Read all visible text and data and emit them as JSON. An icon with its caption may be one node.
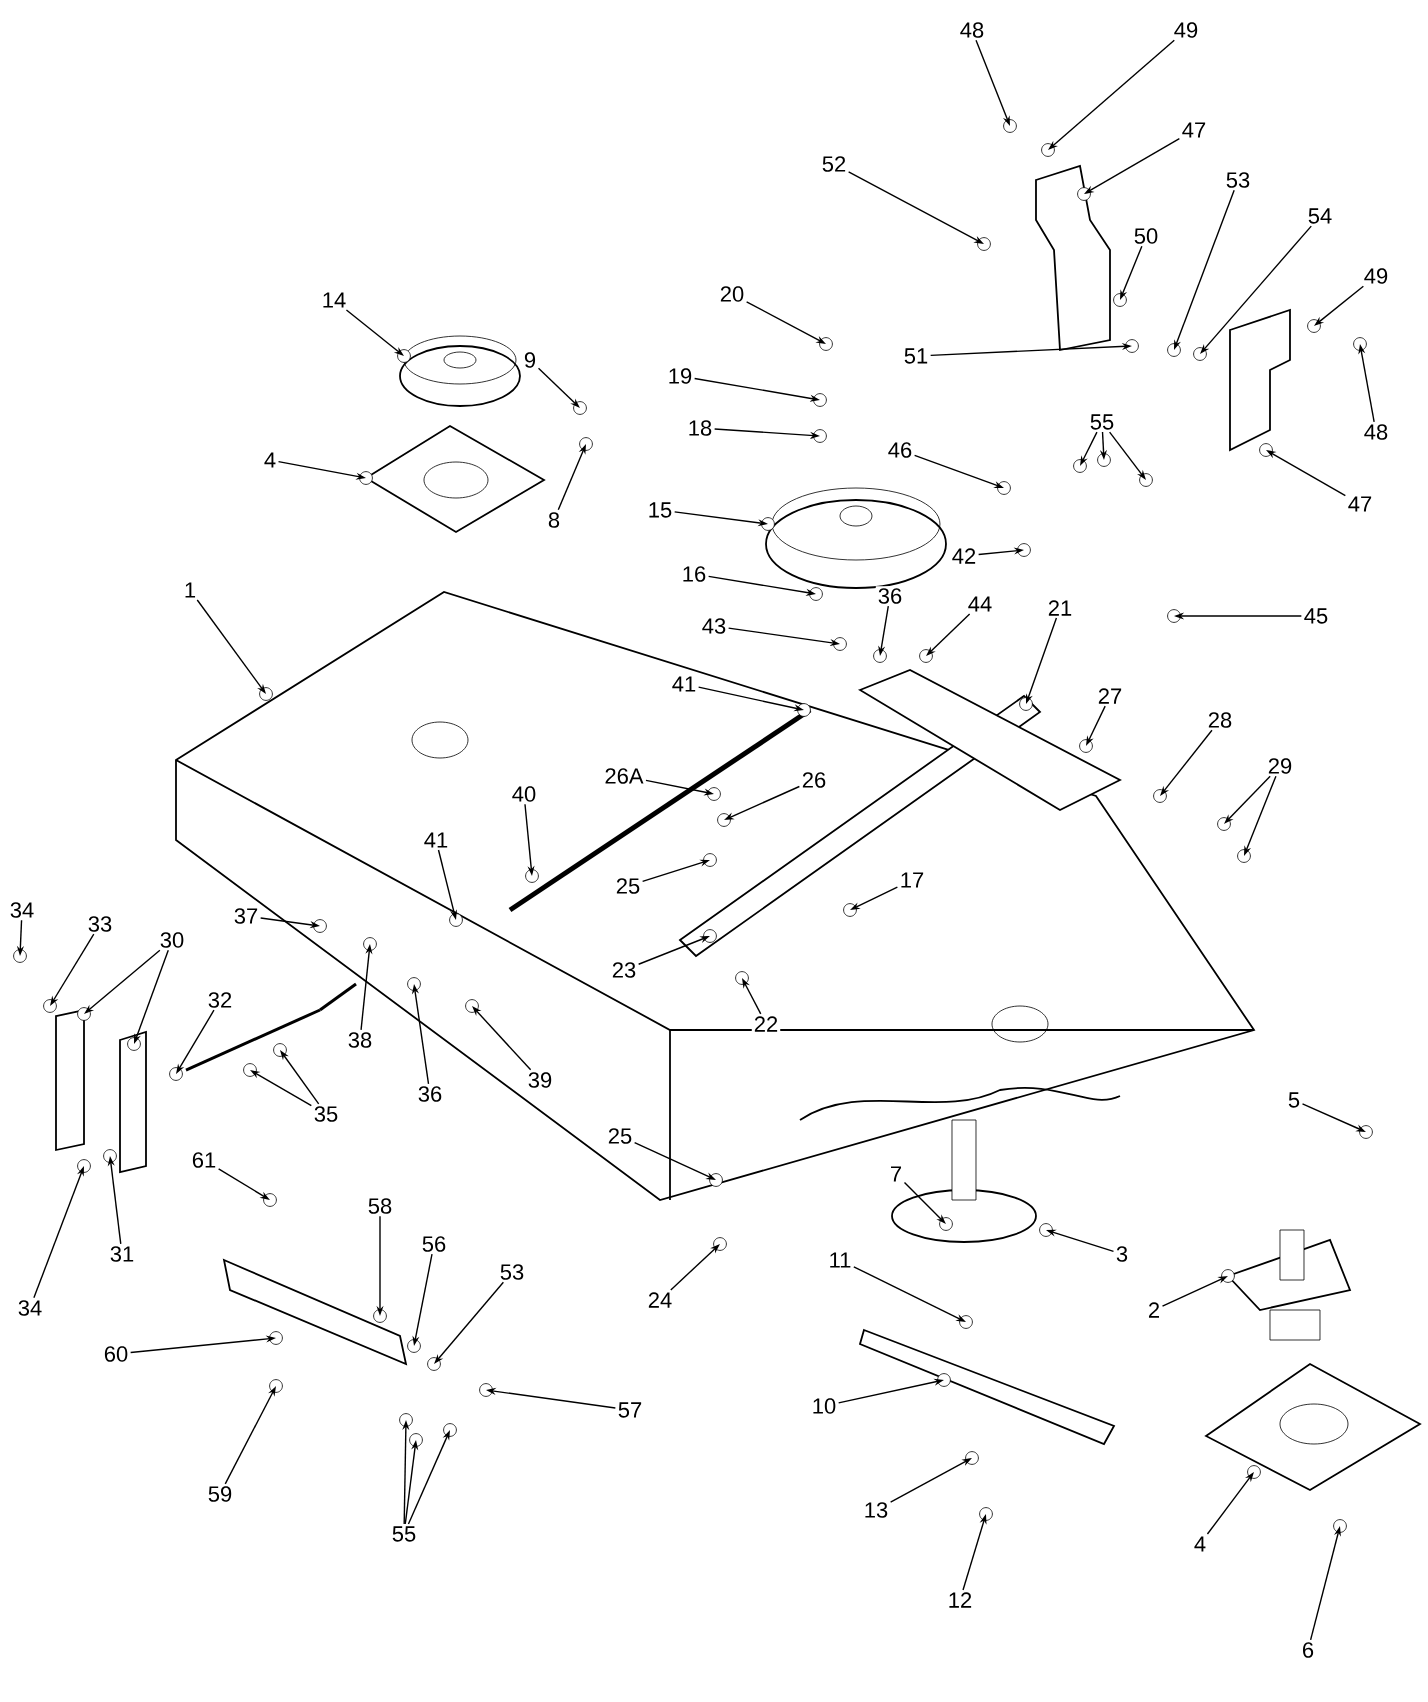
{
  "diagram": {
    "nodes": [
      {
        "text": [
          "48"
        ]
      },
      {
        "text": [
          "49"
        ]
      },
      {
        "text": [
          "47"
        ]
      },
      {
        "text": [
          "52"
        ]
      },
      {
        "text": [
          "53"
        ]
      },
      {
        "text": [
          "54"
        ]
      },
      {
        "text": [
          "50"
        ]
      },
      {
        "text": [
          "49"
        ]
      },
      {
        "text": [
          "20"
        ]
      },
      {
        "text": [
          "14"
        ]
      },
      {
        "text": [
          "51"
        ]
      },
      {
        "text": [
          "9"
        ]
      },
      {
        "text": [
          "19"
        ]
      },
      {
        "text": [
          "55"
        ]
      },
      {
        "text": [
          "18"
        ]
      },
      {
        "text": [
          "48"
        ]
      },
      {
        "text": [
          "46"
        ]
      },
      {
        "text": [
          "4"
        ]
      },
      {
        "text": [
          "47"
        ]
      },
      {
        "text": [
          "15"
        ]
      },
      {
        "text": [
          "8"
        ]
      },
      {
        "text": [
          "42"
        ]
      },
      {
        "text": [
          "16"
        ]
      },
      {
        "text": [
          "1"
        ]
      },
      {
        "text": [
          "36"
        ]
      },
      {
        "text": [
          "44"
        ]
      },
      {
        "text": [
          "21"
        ]
      },
      {
        "text": [
          "45"
        ]
      },
      {
        "text": [
          "43"
        ]
      },
      {
        "text": [
          "41"
        ]
      },
      {
        "text": [
          "27"
        ]
      },
      {
        "text": [
          "28"
        ]
      },
      {
        "text": [
          "29"
        ]
      },
      {
        "text": [
          "26A"
        ]
      },
      {
        "text": [
          "26"
        ]
      },
      {
        "text": [
          "40"
        ]
      },
      {
        "text": [
          "41"
        ]
      },
      {
        "text": [
          "17"
        ]
      },
      {
        "text": [
          "25"
        ]
      },
      {
        "text": [
          "34"
        ]
      },
      {
        "text": [
          "37"
        ]
      },
      {
        "text": [
          "33"
        ]
      },
      {
        "text": [
          "30"
        ]
      },
      {
        "text": [
          "23"
        ]
      },
      {
        "text": [
          "32"
        ]
      },
      {
        "text": [
          "22"
        ]
      },
      {
        "text": [
          "38"
        ]
      },
      {
        "text": [
          "39"
        ]
      },
      {
        "text": [
          "36"
        ]
      },
      {
        "text": [
          "5"
        ]
      },
      {
        "text": [
          "35"
        ]
      },
      {
        "text": [
          "25"
        ]
      },
      {
        "text": [
          "61"
        ]
      },
      {
        "text": [
          "7"
        ]
      },
      {
        "text": [
          "58"
        ]
      },
      {
        "text": [
          "56"
        ]
      },
      {
        "text": [
          "3"
        ]
      },
      {
        "text": [
          "31"
        ]
      },
      {
        "text": [
          "11"
        ]
      },
      {
        "text": [
          "53"
        ]
      },
      {
        "text": [
          "24"
        ]
      },
      {
        "text": [
          "34"
        ]
      },
      {
        "text": [
          "2"
        ]
      },
      {
        "text": [
          "60"
        ]
      },
      {
        "text": [
          "10"
        ]
      },
      {
        "text": [
          "57"
        ]
      },
      {
        "text": [
          "59"
        ]
      },
      {
        "text": [
          "13"
        ]
      },
      {
        "text": [
          "55"
        ]
      },
      {
        "text": [
          "4"
        ]
      },
      {
        "text": [
          "12"
        ]
      },
      {
        "text": [
          "6"
        ]
      }
    ],
    "edges": [
      {
        "from": 0,
        "to": null,
        "arrow": "to"
      },
      {
        "from": 1,
        "to": null,
        "arrow": "to"
      },
      {
        "from": 2,
        "to": null,
        "arrow": "to"
      },
      {
        "from": 3,
        "to": null,
        "arrow": "to"
      },
      {
        "from": 4,
        "to": null,
        "arrow": "to"
      },
      {
        "from": 5,
        "to": null,
        "arrow": "to"
      },
      {
        "from": 6,
        "to": null,
        "arrow": "to"
      },
      {
        "from": 7,
        "to": null,
        "arrow": "to"
      },
      {
        "from": 8,
        "to": null,
        "arrow": "to"
      },
      {
        "from": 9,
        "to": null,
        "arrow": "to"
      },
      {
        "from": 10,
        "to": null,
        "arrow": "to"
      },
      {
        "from": 11,
        "to": null,
        "arrow": "to"
      },
      {
        "from": 12,
        "to": null,
        "arrow": "to"
      },
      {
        "from": 13,
        "to": null,
        "arrow": "to"
      },
      {
        "from": 13,
        "to": null,
        "arrow": "to"
      },
      {
        "from": 13,
        "to": null,
        "arrow": "to"
      },
      {
        "from": 14,
        "to": null,
        "arrow": "to"
      },
      {
        "from": 15,
        "to": null,
        "arrow": "to"
      },
      {
        "from": 16,
        "to": null,
        "arrow": "to"
      },
      {
        "from": 17,
        "to": null,
        "arrow": "to"
      },
      {
        "from": 18,
        "to": null,
        "arrow": "to"
      },
      {
        "from": 19,
        "to": null,
        "arrow": "to"
      },
      {
        "from": 20,
        "to": null,
        "arrow": "to"
      },
      {
        "from": 21,
        "to": null,
        "arrow": "to"
      },
      {
        "from": 22,
        "to": null,
        "arrow": "to"
      },
      {
        "from": 23,
        "to": null,
        "arrow": "to"
      },
      {
        "from": 24,
        "to": null,
        "arrow": "to"
      },
      {
        "from": 25,
        "to": null,
        "arrow": "to"
      },
      {
        "from": 26,
        "to": null,
        "arrow": "to"
      },
      {
        "from": 27,
        "to": null,
        "arrow": "to"
      },
      {
        "from": 28,
        "to": null,
        "arrow": "to"
      },
      {
        "from": 29,
        "to": null,
        "arrow": "to"
      },
      {
        "from": 30,
        "to": null,
        "arrow": "to"
      },
      {
        "from": 31,
        "to": null,
        "arrow": "to"
      },
      {
        "from": 32,
        "to": null,
        "arrow": "to"
      },
      {
        "from": 32,
        "to": null,
        "arrow": "to"
      },
      {
        "from": 33,
        "to": null,
        "arrow": "to"
      },
      {
        "from": 34,
        "to": null,
        "arrow": "to"
      },
      {
        "from": 35,
        "to": null,
        "arrow": "to"
      },
      {
        "from": 36,
        "to": null,
        "arrow": "to"
      },
      {
        "from": 37,
        "to": null,
        "arrow": "to"
      },
      {
        "from": 38,
        "to": null,
        "arrow": "to"
      },
      {
        "from": 39,
        "to": null,
        "arrow": "to"
      },
      {
        "from": 40,
        "to": null,
        "arrow": "to"
      },
      {
        "from": 41,
        "to": null,
        "arrow": "to"
      },
      {
        "from": 42,
        "to": null,
        "arrow": "to"
      },
      {
        "from": 42,
        "to": null,
        "arrow": "to"
      },
      {
        "from": 43,
        "to": null,
        "arrow": "to"
      },
      {
        "from": 44,
        "to": null,
        "arrow": "to"
      },
      {
        "from": 45,
        "to": null,
        "arrow": "to"
      },
      {
        "from": 46,
        "to": null,
        "arrow": "to"
      },
      {
        "from": 47,
        "to": null,
        "arrow": "to"
      },
      {
        "from": 48,
        "to": null,
        "arrow": "to"
      },
      {
        "from": 49,
        "to": null,
        "arrow": "to"
      },
      {
        "from": 50,
        "to": null,
        "arrow": "to"
      },
      {
        "from": 50,
        "to": null,
        "arrow": "to"
      },
      {
        "from": 51,
        "to": null,
        "arrow": "to"
      },
      {
        "from": 52,
        "to": null,
        "arrow": "to"
      },
      {
        "from": 53,
        "to": null,
        "arrow": "to"
      },
      {
        "from": 54,
        "to": null,
        "arrow": "to"
      },
      {
        "from": 55,
        "to": null,
        "arrow": "to"
      },
      {
        "from": 56,
        "to": null,
        "arrow": "to"
      },
      {
        "from": 57,
        "to": null,
        "arrow": "to"
      },
      {
        "from": 58,
        "to": null,
        "arrow": "to"
      },
      {
        "from": 59,
        "to": null,
        "arrow": "to"
      },
      {
        "from": 60,
        "to": null,
        "arrow": "to"
      },
      {
        "from": 61,
        "to": null,
        "arrow": "to"
      },
      {
        "from": 62,
        "to": null,
        "arrow": "to"
      },
      {
        "from": 63,
        "to": null,
        "arrow": "to"
      },
      {
        "from": 64,
        "to": null,
        "arrow": "to"
      },
      {
        "from": 65,
        "to": null,
        "arrow": "to"
      },
      {
        "from": 66,
        "to": null,
        "arrow": "to"
      },
      {
        "from": 67,
        "to": null,
        "arrow": "to"
      },
      {
        "from": 68,
        "to": null,
        "arrow": "to"
      },
      {
        "from": 68,
        "to": null,
        "arrow": "to"
      },
      {
        "from": 68,
        "to": null,
        "arrow": "to"
      },
      {
        "from": 69,
        "to": null,
        "arrow": "to"
      },
      {
        "from": 70,
        "to": null,
        "arrow": "to"
      },
      {
        "from": 71,
        "to": null,
        "arrow": "to"
      }
    ]
  }
}
